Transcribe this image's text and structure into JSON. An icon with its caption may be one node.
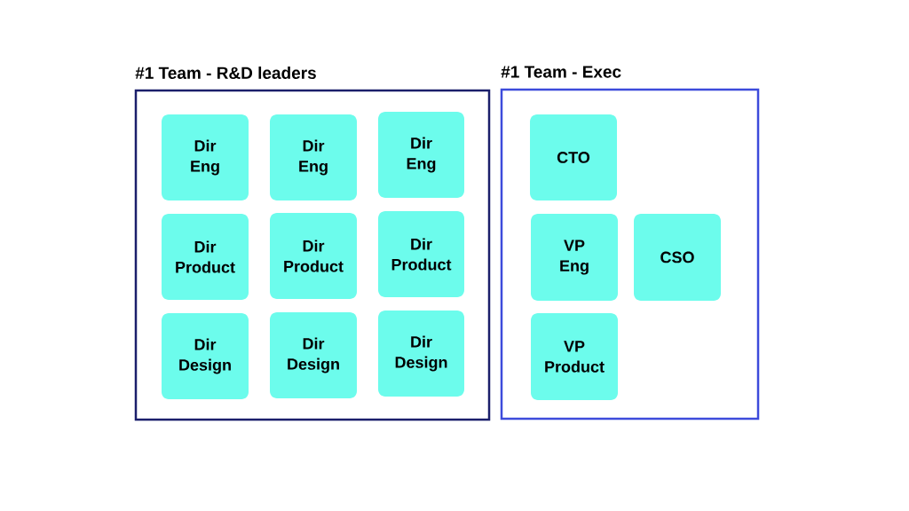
{
  "diagram": {
    "nodes": [
      {
        "text": [
          "#1 Team - R&D leaders"
        ]
      },
      {
        "text": [
          "Dir Eng"
        ],
        "in": 0
      },
      {
        "text": [
          "Dir Eng"
        ],
        "in": 0
      },
      {
        "text": [
          "Dir Eng"
        ],
        "in": 0
      },
      {
        "text": [
          "Dir Product"
        ],
        "in": 0
      },
      {
        "text": [
          "Dir Product"
        ],
        "in": 0
      },
      {
        "text": [
          "Dir Product"
        ],
        "in": 0
      },
      {
        "text": [
          "Dir Design"
        ],
        "in": 0
      },
      {
        "text": [
          "Dir Design"
        ],
        "in": 0
      },
      {
        "text": [
          "Dir Design"
        ],
        "in": 0
      },
      {
        "text": [
          "#1 Team - Exec"
        ]
      },
      {
        "text": [
          "CTO"
        ],
        "in": 10
      },
      {
        "text": [
          "VP Eng"
        ],
        "in": 10
      },
      {
        "text": [
          "CSO"
        ],
        "in": 10
      },
      {
        "text": [
          "VP Product"
        ],
        "in": 10
      }
    ]
  }
}
